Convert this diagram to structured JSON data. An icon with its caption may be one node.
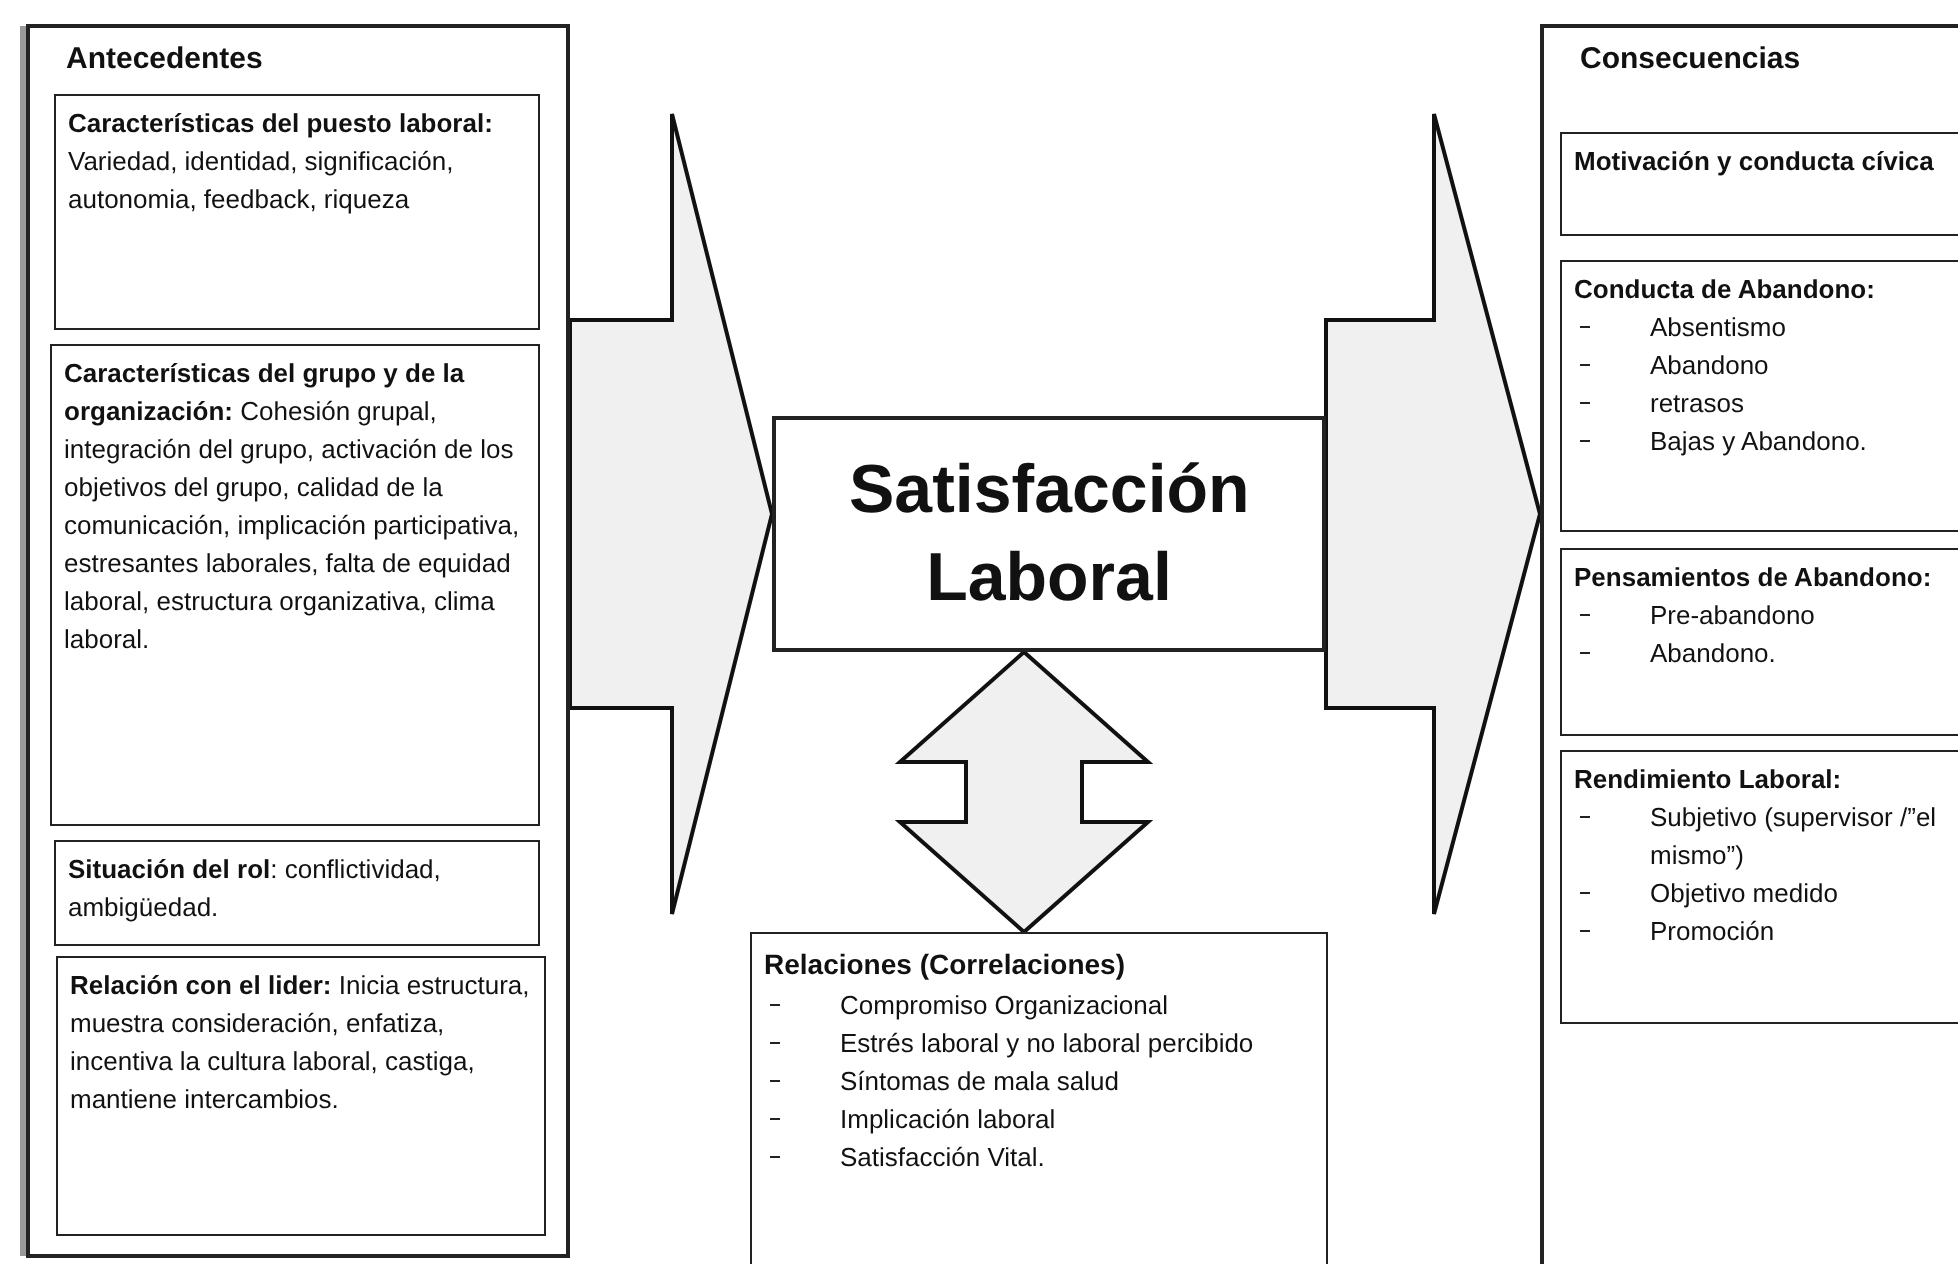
{
  "diagram": {
    "nodes": [
      {
        "text": [
          "Antecedentes"
        ]
      },
      {
        "text": [
          "**Características del puesto laboral:** Variedad, identidad, significación, autonomia, feedback, riqueza"
        ],
        "in": 0
      },
      {
        "text": [
          "**Características del grupo y de la organización:** Cohesión grupal, integración del grupo, activación de los objetivos del grupo, calidad de la comunicación, implicación participativa, estresantes laborales, falta de equidad laboral, estructura organizativa, clima laboral."
        ],
        "in": 0
      },
      {
        "text": [
          "**Situación del rol**: conflictividad, ambigüedad."
        ],
        "in": 0
      },
      {
        "text": [
          "**Relación con el lider:** Inicia estructura, muestra consideración, enfatiza, incentiva la cultura laboral, castiga, mantiene intercambios."
        ],
        "in": 0
      },
      {
        "text": [
          "Satisfacción Laboral"
        ]
      },
      {
        "text": [
          "Relaciones (Correlaciones)",
          "Compromiso Organizacional",
          "Estrés laboral y no laboral percibido",
          "Síntomas de mala salud",
          "Implicación laboral",
          "Satisfacción Vital."
        ]
      },
      {
        "text": [
          "Consecuencias"
        ]
      },
      {
        "text": [
          "Motivación y conducta cívica"
        ],
        "in": 7
      },
      {
        "text": [
          "Conducta de Abandono:",
          "Absentismo",
          "Abandono",
          "retrasos",
          "Bajas y Abandono."
        ],
        "in": 7
      },
      {
        "text": [
          "Pensamientos de Abandono:",
          "Pre-abandono",
          "Abandono."
        ],
        "in": 7
      },
      {
        "text": [
          "Rendimiento Laboral:",
          "Subjetivo (supervisor /”el mismo”)",
          "Objetivo medido",
          "Promoción"
        ],
        "in": 7
      }
    ],
    "edges": [
      {
        "from": 0,
        "to": 5,
        "arrow": "to"
      },
      {
        "from": 5,
        "to": 7,
        "arrow": "to"
      },
      {
        "from": 5,
        "to": 6,
        "arrow": "both"
      }
    ]
  }
}
